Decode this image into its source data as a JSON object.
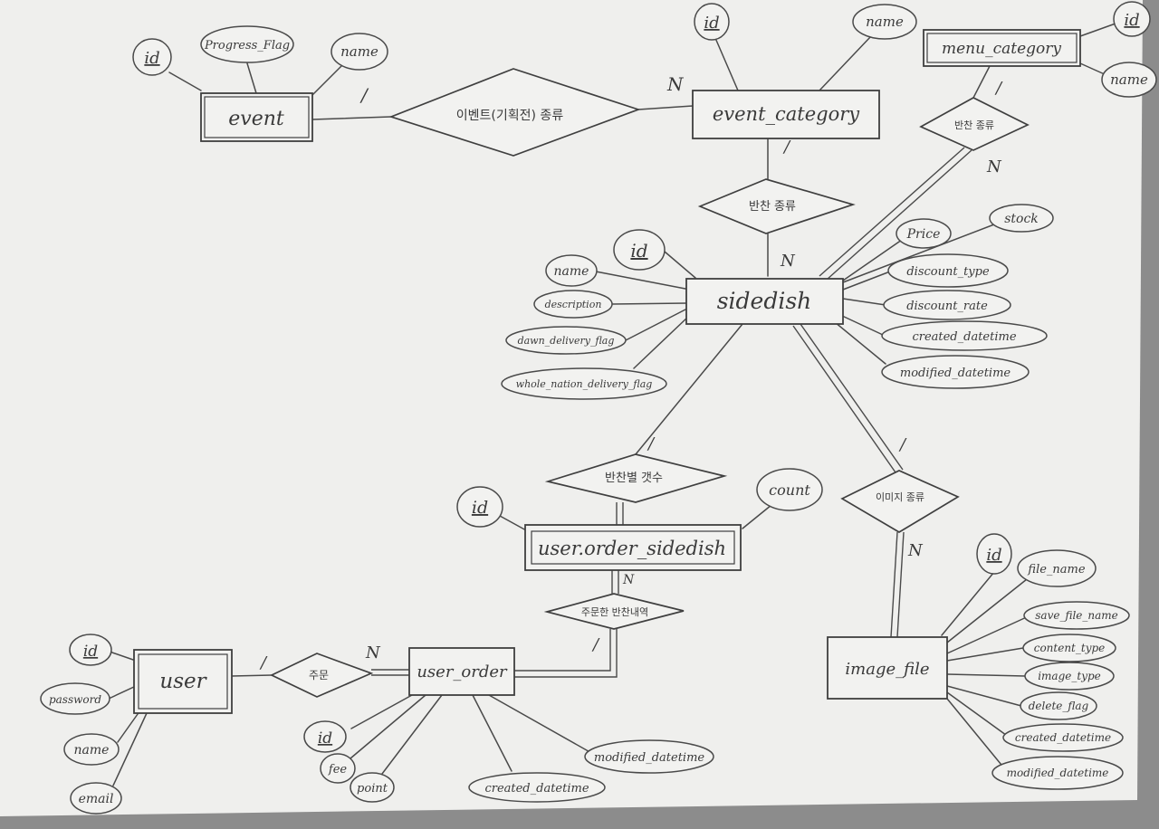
{
  "entities": {
    "event": "event",
    "event_category": "event_category",
    "menu_category": "menu_category",
    "sidedish": "sidedish",
    "user_order_sidedish": "user.order_sidedish",
    "user": "user",
    "user_order": "user_order",
    "image_file": "image_file"
  },
  "relationships": {
    "event_to_category": "이벤트(기획전) 종류",
    "menu_to_sidedish": "반찬 종류",
    "category_to_sidedish": "반찬 종류",
    "sidedish_to_order_sidedish": "반찬별 갯수",
    "sidedish_to_image": "이미지 종류",
    "order_to_order_sidedish": "주문한 반찬내역",
    "user_to_order": "주문"
  },
  "attributes": {
    "event": {
      "id": "id",
      "progress_flag": "Progress_Flag",
      "name": "name"
    },
    "event_category": {
      "id": "id",
      "name": "name"
    },
    "menu_category": {
      "id": "id",
      "name": "name"
    },
    "sidedish": {
      "id": "id",
      "name": "name",
      "description": "description",
      "dawn_delivery_flag": "dawn_delivery_flag",
      "whole_nation_delivery_flag": "whole_nation_delivery_flag",
      "price": "Price",
      "stock": "stock",
      "discount_type": "discount_type",
      "discount_rate": "discount_rate",
      "created_datetime": "created_datetime",
      "modified_datetime": "modified_datetime"
    },
    "user_order_sidedish": {
      "id": "id",
      "count": "count"
    },
    "user": {
      "id": "id",
      "password": "password",
      "name": "name",
      "email": "email"
    },
    "user_order": {
      "id": "id",
      "fee": "fee",
      "point": "point",
      "created_datetime": "created_datetime",
      "modified_datetime": "modified_datetime"
    },
    "image_file": {
      "id": "id",
      "file_name": "file_name",
      "save_file_name": "save_file_name",
      "content_type": "content_type",
      "image_type": "image_type",
      "delete_flag": "delete_flag",
      "created_datetime": "created_datetime",
      "modified_datetime": "modified_datetime"
    }
  },
  "cardinalities": {
    "event_one": "/",
    "category_many_from_event": "N",
    "category_one": "/",
    "menu_one": "/",
    "sidedish_many_from_menu": "N",
    "sidedish_many_from_category": "N",
    "sidedish_one_to_order": "/",
    "sidedish_one_to_image": "/",
    "order_sidedish_many": "N",
    "order_one": "/",
    "user_one": "/",
    "order_many": "N",
    "image_many": "N"
  }
}
